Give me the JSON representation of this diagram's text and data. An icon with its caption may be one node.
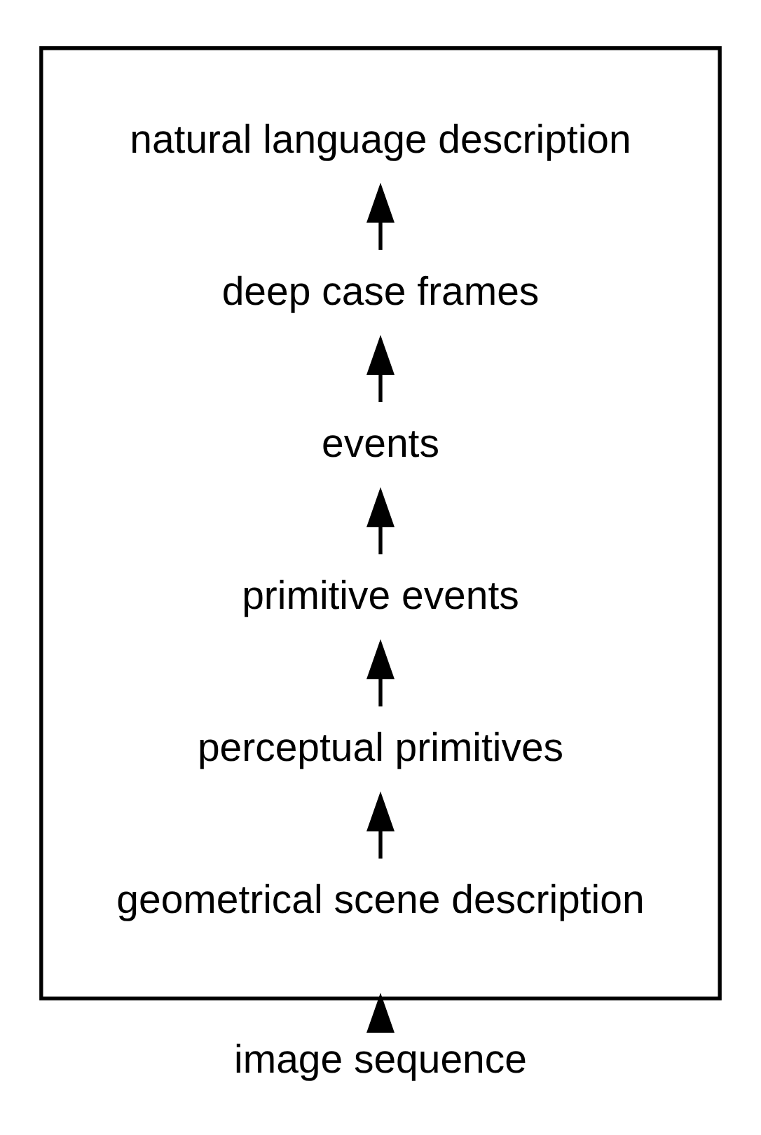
{
  "diagram": {
    "nodes": [
      {
        "text": [],
        "shape": "box"
      },
      {
        "text": [
          "natural language description"
        ],
        "in": 0
      },
      {
        "text": [
          "deep case frames"
        ],
        "in": 0
      },
      {
        "text": [
          "events"
        ],
        "in": 0
      },
      {
        "text": [
          "primitive events"
        ],
        "in": 0
      },
      {
        "text": [
          "perceptual primitives"
        ],
        "in": 0
      },
      {
        "text": [
          "geometrical scene description"
        ],
        "in": 0
      },
      {
        "text": [
          "image sequence"
        ]
      }
    ],
    "edges": [
      {
        "from": 6,
        "to": 5,
        "arrow": "to"
      },
      {
        "from": 5,
        "to": 4,
        "arrow": "to"
      },
      {
        "from": 4,
        "to": 3,
        "arrow": "to"
      },
      {
        "from": 3,
        "to": 2,
        "arrow": "to"
      },
      {
        "from": 2,
        "to": 1,
        "arrow": "to"
      },
      {
        "from": 7,
        "to": 0,
        "arrow": "to"
      }
    ]
  }
}
